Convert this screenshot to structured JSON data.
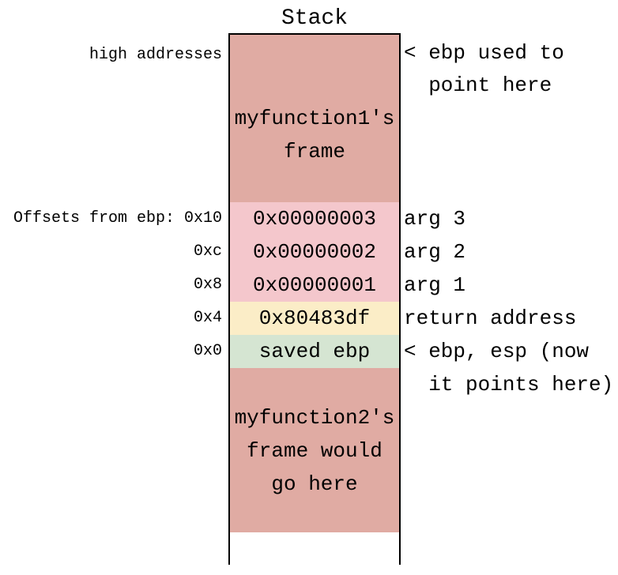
{
  "title": "Stack",
  "colors": {
    "frame_fill": "#e0aba3",
    "arg_fill": "#f4c7cc",
    "return_fill": "#fbedc7",
    "saved_ebp_fill": "#d5e5d2",
    "border": "#000000",
    "canvas": "#ffffff"
  },
  "left_labels": {
    "high_addresses": "high addresses",
    "offsets_heading": "Offsets from ebp: 0x10",
    "offset_0xc": "0xc",
    "offset_0x8": "0x8",
    "offset_0x4": "0x4",
    "offset_0x0": "0x0"
  },
  "stack": {
    "frame1_line1": "myfunction1's",
    "frame1_line2": "frame",
    "arg3_value": "0x00000003",
    "arg2_value": "0x00000002",
    "arg1_value": "0x00000001",
    "return_value": "0x80483df",
    "saved_ebp_value": "saved ebp",
    "frame2_line1": "myfunction2's",
    "frame2_line2": "frame would",
    "frame2_line3": "go here"
  },
  "right_labels": {
    "ebp_used_line1": "< ebp used to",
    "ebp_used_line2": "point here",
    "arg3": "arg 3",
    "arg2": "arg 2",
    "arg1": "arg 1",
    "return_address": "return address",
    "ebp_esp_line1": "< ebp, esp (now",
    "ebp_esp_line2": "it points here)"
  }
}
